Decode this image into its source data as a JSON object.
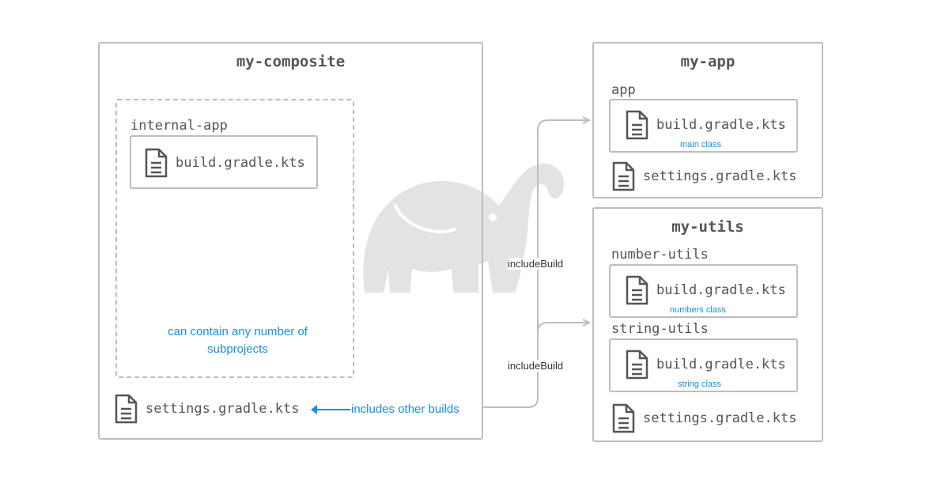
{
  "composite": {
    "title": "my-composite",
    "subproject": {
      "name": "internal-app",
      "file": "build.gradle.kts"
    },
    "subproject_note": "can contain any number of subprojects",
    "settings_file": "settings.gradle.kts",
    "settings_note": "includes other builds"
  },
  "app_build": {
    "title": "my-app",
    "module": "app",
    "module_file": "build.gradle.kts",
    "module_note": "main class",
    "settings_file": "settings.gradle.kts"
  },
  "utils_build": {
    "title": "my-utils",
    "modules": [
      {
        "name": "number-utils",
        "file": "build.gradle.kts",
        "note": "numbers class"
      },
      {
        "name": "string-utils",
        "file": "build.gradle.kts",
        "note": "string class"
      }
    ],
    "settings_file": "settings.gradle.kts"
  },
  "edges": {
    "to_app": "includeBuild",
    "to_utils": "includeBuild"
  },
  "colors": {
    "border": "#bdbdbd",
    "text": "#555555",
    "accent": "#1a8fe0",
    "logo": "#e3e3e3"
  },
  "icons": {
    "file": "file-document-icon",
    "logo": "gradle-elephant-logo"
  }
}
